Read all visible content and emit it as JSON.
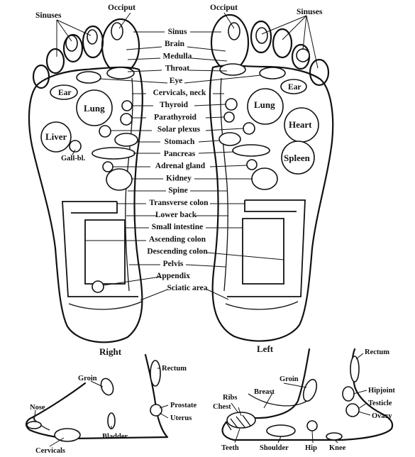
{
  "sole_labels": {
    "occiput_left": "Occiput",
    "occiput_right": "Occiput",
    "sinuses_left": "Sinuses",
    "sinuses_right": "Sinuses",
    "ear_left": "Ear",
    "ear_right": "Ear",
    "lung_left": "Lung",
    "lung_right": "Lung",
    "liver": "Liver",
    "gall_bladder": "Gall-bl.",
    "heart": "Heart",
    "spleen": "Spleen"
  },
  "center_labels": [
    "Sinus",
    "Brain",
    "Medulla",
    "Throat",
    "Eye",
    "Cervicals, neck",
    "Thyroid",
    "Parathyroid",
    "Solar plexus",
    "Stomach",
    "Pancreas",
    "Adrenal gland",
    "Kidney",
    "Spine",
    "Transverse colon",
    "Lower back",
    "Small intestine",
    "Ascending colon",
    "Descending colon",
    "Pelvis",
    "Appendix",
    "Sciatic area"
  ],
  "side_titles": {
    "right": "Right",
    "left": "Left"
  },
  "right_side_labels": {
    "groin": "Groin",
    "rectum": "Rectum",
    "nose": "Nose",
    "prostate": "Prostate",
    "uterus": "Uterus",
    "bladder": "Bladder",
    "cervicals": "Cervicals"
  },
  "left_side_labels": {
    "rectum": "Rectum",
    "groin": "Groin",
    "ribs": "Ribs",
    "breast": "Breast",
    "chest": "Chest",
    "hipjoint": "Hipjoint",
    "testicle": "Testicle",
    "ovary": "Ovary",
    "teeth": "Teeth",
    "shoulder": "Shoulder",
    "hip": "Hip",
    "knee": "Knee"
  }
}
